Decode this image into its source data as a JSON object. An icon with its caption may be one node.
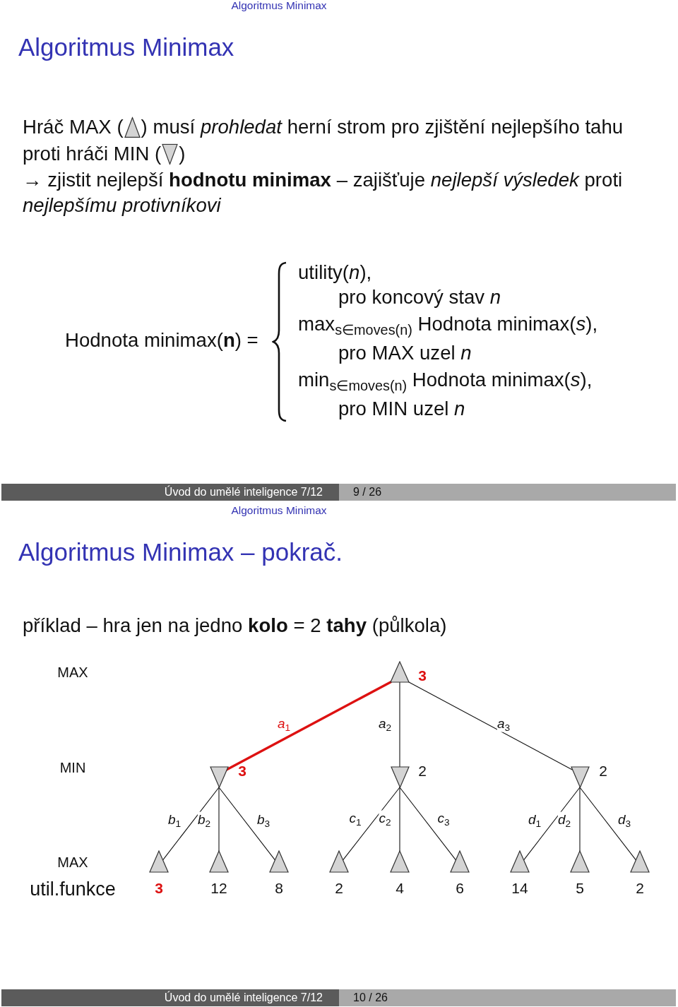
{
  "diagram": {
    "title": "Algoritmus Minimax",
    "nodes": [
      {
        "text": [],
        "shape": "triangle",
        "beside": [
          "3"
        ]
      },
      {
        "text": [],
        "shape": "triangle",
        "beside": [
          "3"
        ]
      },
      {
        "text": [],
        "shape": "triangle",
        "beside": [
          "2"
        ]
      },
      {
        "text": [],
        "shape": "triangle",
        "beside": [
          "2"
        ]
      },
      {
        "text": [],
        "shape": "triangle",
        "beside": [
          "3"
        ]
      },
      {
        "text": [],
        "shape": "triangle",
        "beside": [
          "12"
        ]
      },
      {
        "text": [],
        "shape": "triangle",
        "beside": [
          "8"
        ]
      },
      {
        "text": [],
        "shape": "triangle",
        "beside": [
          "2"
        ]
      },
      {
        "text": [],
        "shape": "triangle",
        "beside": [
          "4"
        ]
      },
      {
        "text": [],
        "shape": "triangle",
        "beside": [
          "6"
        ]
      },
      {
        "text": [],
        "shape": "triangle",
        "beside": [
          "14"
        ]
      },
      {
        "text": [],
        "shape": "triangle",
        "beside": [
          "5"
        ]
      },
      {
        "text": [],
        "shape": "triangle",
        "beside": [
          "2"
        ]
      }
    ],
    "edges": [
      {
        "from": 0,
        "to": 1,
        "arrow": "none",
        "label": "*a*$_{1}$",
        "style": "thick",
        "color": "#dd1111"
      },
      {
        "from": 0,
        "to": 2,
        "arrow": "none",
        "label": "*a*$_{2}$"
      },
      {
        "from": 0,
        "to": 3,
        "arrow": "none",
        "label": "*a*$_{3}$"
      },
      {
        "from": 1,
        "to": 4,
        "arrow": "none",
        "label": "*b*$_{1}$"
      },
      {
        "from": 1,
        "to": 5,
        "arrow": "none",
        "label": "*b*$_{2}$"
      },
      {
        "from": 1,
        "to": 6,
        "arrow": "none",
        "label": "*b*$_{3}$"
      },
      {
        "from": 2,
        "to": 7,
        "arrow": "none",
        "label": "*c*$_{1}$"
      },
      {
        "from": 2,
        "to": 8,
        "arrow": "none",
        "label": "*c*$_{2}$"
      },
      {
        "from": 2,
        "to": 9,
        "arrow": "none",
        "label": "*c*$_{3}$"
      },
      {
        "from": 3,
        "to": 10,
        "arrow": "none",
        "label": "*d*$_{1}$"
      },
      {
        "from": 3,
        "to": 11,
        "arrow": "none",
        "label": "*d*$_{2}$"
      },
      {
        "from": 3,
        "to": 12,
        "arrow": "none",
        "label": "*d*$_{3}$"
      }
    ],
    "labels": [
      "Algoritmus Minimax",
      "Hráč MAX (",
      ") musí *prohledat* herní strom pro zjištění nejlepšího tahu",
      "proti hráči MIN (",
      ")",
      "→ zjistit nejlepší **hodnotu minimax** – zajišťuje *nejlepší výsledek* proti *nejlepšímu protivníkovi*",
      "Hodnota minimax(**n**) =",
      "utility(*n*),",
      "pro koncový stav *n*",
      "max$_{s∈moves(n)}$ Hodnota minimax(*s*),",
      "pro MAX uzel *n*",
      "min$_{s∈moves(n)}$ Hodnota minimax(*s*),",
      "pro MIN uzel *n*",
      "Úvod do umělé inteligence 7/12",
      "9 / 26",
      "Algoritmus Minimax",
      "Algoritmus Minimax – pokrač.",
      "příklad – hra jen na jedno **kolo** = 2 **tahy** (půlkola)",
      "MAX",
      "MIN",
      "MAX",
      "util.funkce",
      "Úvod do umělé inteligence 7/12",
      "10 / 26"
    ]
  }
}
